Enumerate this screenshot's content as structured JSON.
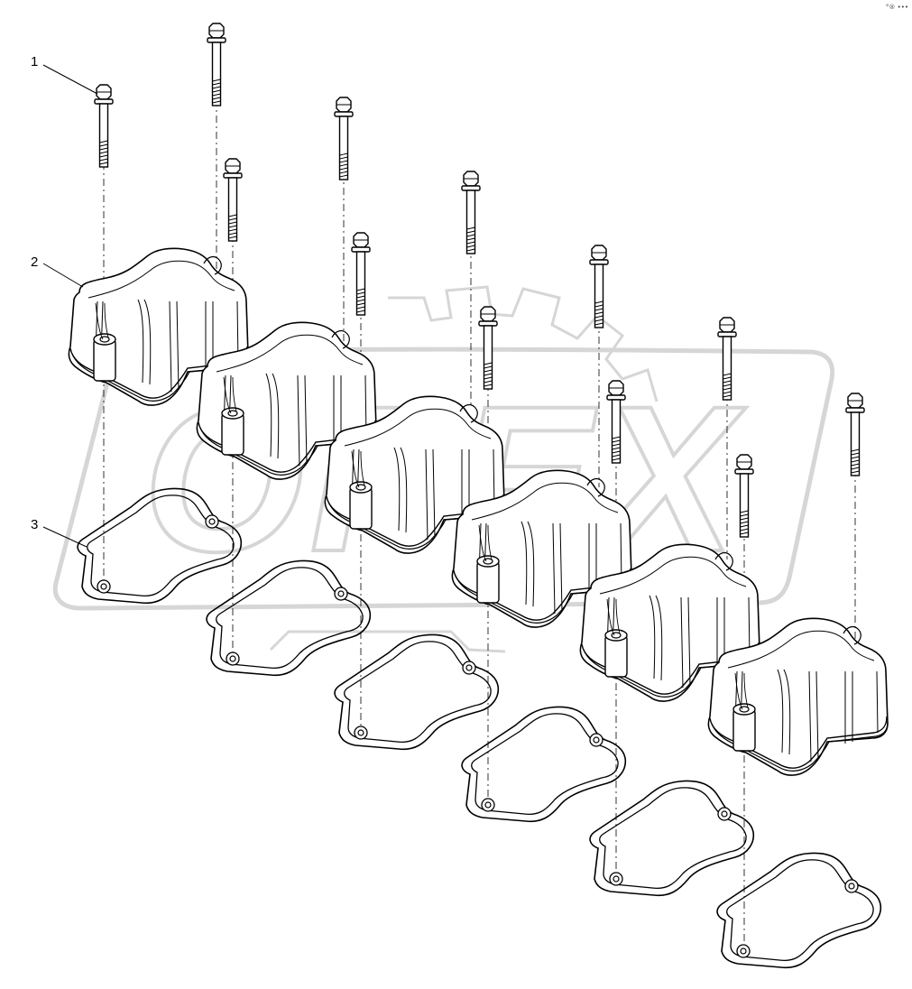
{
  "callouts": [
    {
      "id": "bolt",
      "label": "1"
    },
    {
      "id": "cover",
      "label": "2"
    },
    {
      "id": "gasket",
      "label": "3"
    }
  ],
  "watermark": {
    "text": "OPEX",
    "color": "#d9d9d9"
  },
  "corner_mark": "°® •••",
  "colors": {
    "line": "#000000",
    "background": "#ffffff",
    "watermark": "#dcdcdc"
  },
  "assembly": {
    "units": 6,
    "parts_per_unit": [
      "bolt",
      "bolt",
      "cover",
      "gasket"
    ]
  }
}
